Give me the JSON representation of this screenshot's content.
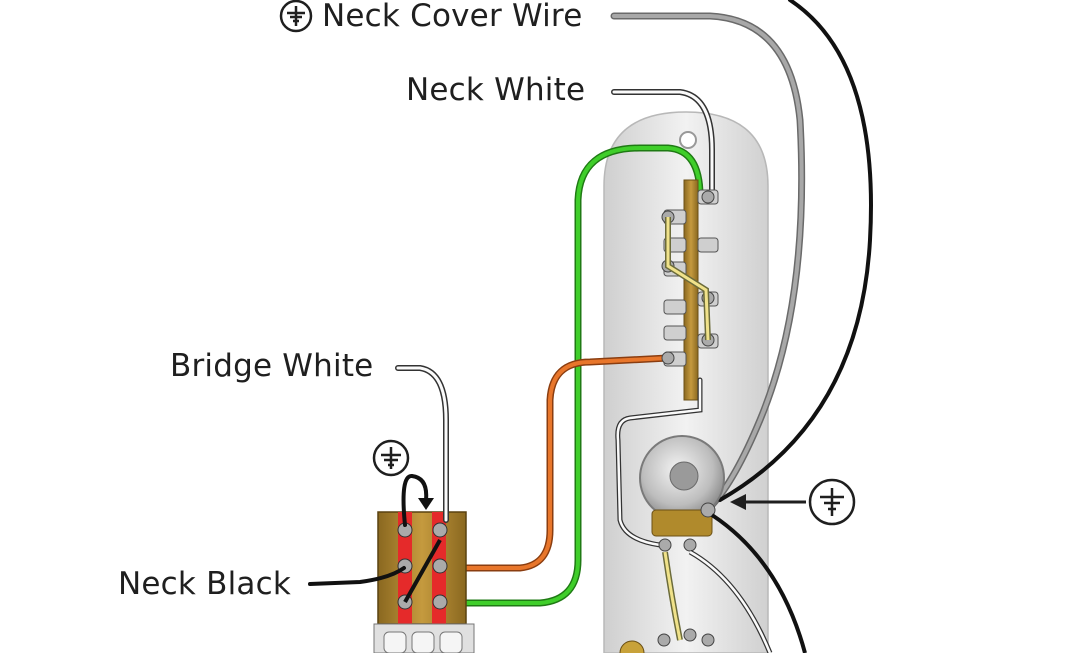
{
  "labels": {
    "neck_cover_wire": "Neck Cover Wire",
    "neck_white": "Neck White",
    "bridge_white": "Bridge White",
    "neck_black": "Neck Black"
  },
  "colors": {
    "ink": "#1f1f1f",
    "plate": "#e4e4e4",
    "green_wire": "#3fce2a",
    "orange_wire": "#e8762b",
    "red_switch": "#e52a2a",
    "switch_wood": "#a9822e",
    "gray_wire": "#9e9e9e",
    "yellow_wire": "#f0e28a"
  },
  "icons": {
    "ground": "ground-symbol-icon"
  }
}
